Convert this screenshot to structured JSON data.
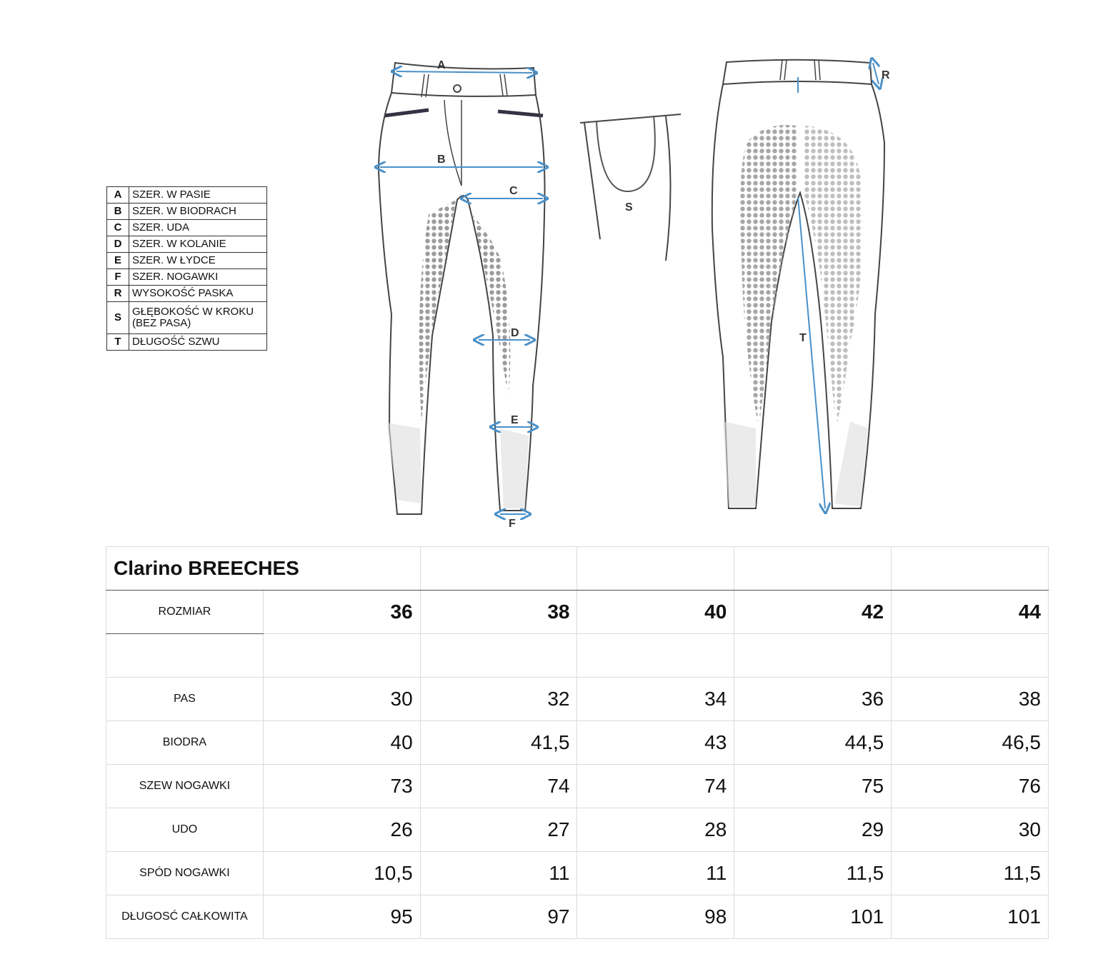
{
  "legend": [
    {
      "key": "A",
      "label": "SZER. W PASIE"
    },
    {
      "key": "B",
      "label": "SZER. W BIODRACH"
    },
    {
      "key": "C",
      "label": "SZER. UDA"
    },
    {
      "key": "D",
      "label": "SZER. W KOLANIE"
    },
    {
      "key": "E",
      "label": "SZER. W ŁYDCE"
    },
    {
      "key": "F",
      "label": "SZER. NOGAWKI"
    },
    {
      "key": "R",
      "label": "WYSOKOŚĆ PASKA"
    },
    {
      "key": "S",
      "label": "GŁĘBOKOŚĆ W KROKU (BEZ PASA)"
    },
    {
      "key": "T",
      "label": "DŁUGOŚĆ SZWU"
    }
  ],
  "diagram_letters": {
    "a": "A",
    "b": "B",
    "c": "C",
    "d": "D",
    "e": "E",
    "f": "F",
    "r": "R",
    "s": "S",
    "t": "T"
  },
  "table": {
    "title": "Clarino BREECHES",
    "size_label": "ROZMIAR",
    "sizes": [
      "36",
      "38",
      "40",
      "42",
      "44"
    ],
    "rows": [
      {
        "label": "PAS",
        "values": [
          "30",
          "32",
          "34",
          "36",
          "38"
        ]
      },
      {
        "label": "BIODRA",
        "values": [
          "40",
          "41,5",
          "43",
          "44,5",
          "46,5"
        ]
      },
      {
        "label": "SZEW NOGAWKI",
        "values": [
          "73",
          "74",
          "74",
          "75",
          "76"
        ]
      },
      {
        "label": "UDO",
        "values": [
          "26",
          "27",
          "28",
          "29",
          "30"
        ]
      },
      {
        "label": "SPÓD NOGAWKI",
        "values": [
          "10,5",
          "11",
          "11",
          "11,5",
          "11,5"
        ]
      },
      {
        "label": "DŁUGOSĆ CAŁKOWITA",
        "values": [
          "95",
          "97",
          "98",
          "101",
          "101"
        ]
      }
    ]
  },
  "colors": {
    "measure_line": "#4a90c8",
    "outline": "#444444",
    "grip_dots": "#8a8a8a"
  }
}
